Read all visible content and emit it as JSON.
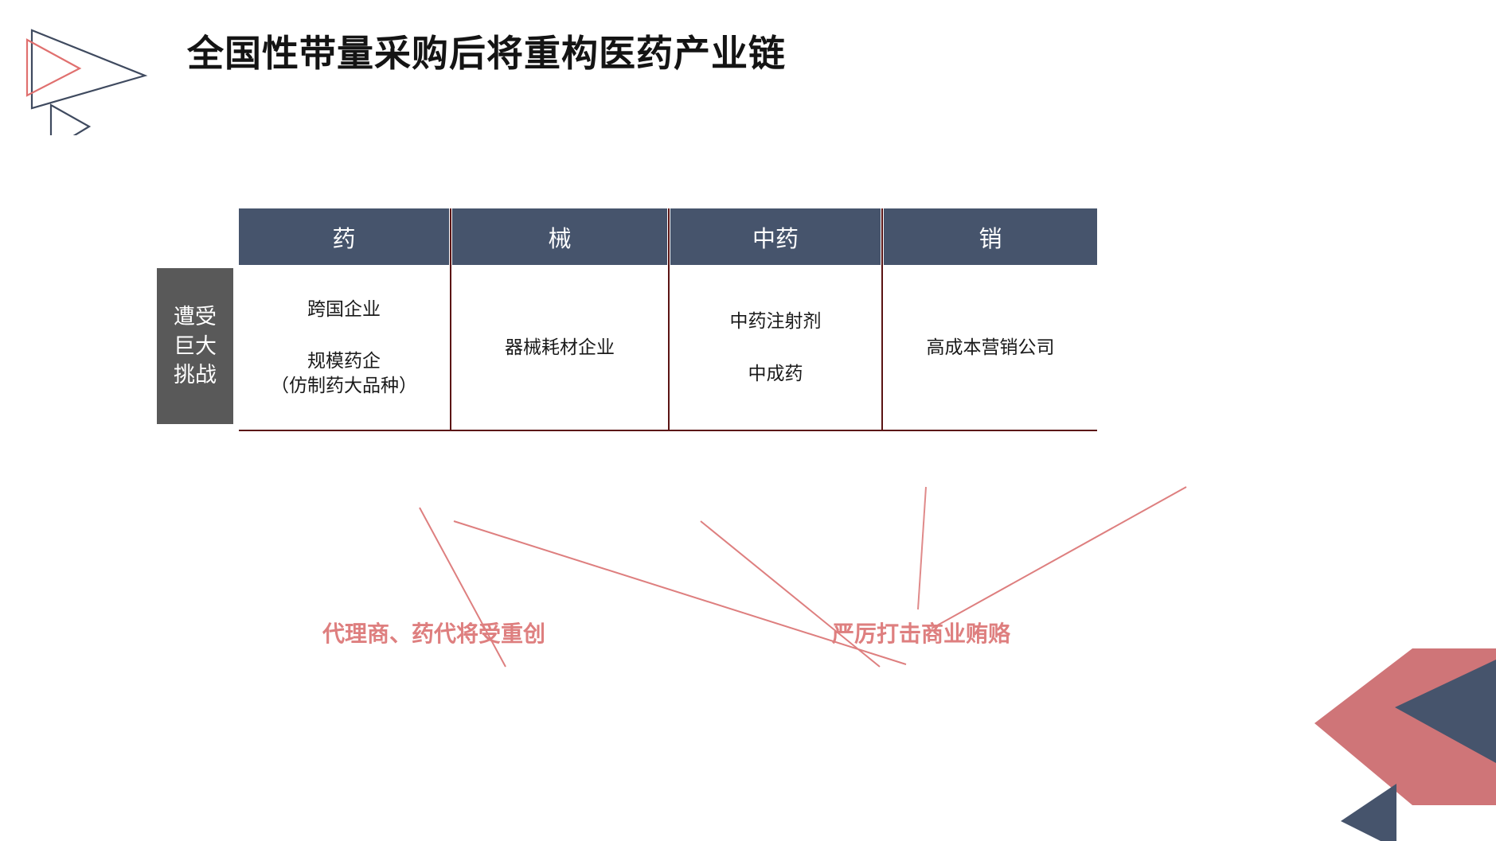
{
  "slide": {
    "title": "全国性带量采购后将重构医药产业链",
    "background_color": "#ffffff"
  },
  "logo": {
    "name": "triangle-logo",
    "accent_red": "#E0706F",
    "accent_navy": "#3F4A5F"
  },
  "diagram": {
    "side_label": {
      "lines": [
        "遭受",
        "巨大",
        "挑战"
      ],
      "background_color": "#595959",
      "text_color": "#ffffff"
    },
    "header_color": "#46546C",
    "border_color": "#5B1414",
    "columns": [
      {
        "header": "药",
        "body_lines": [
          "跨国企业",
          "",
          "规模药企",
          "（仿制药大品种）"
        ]
      },
      {
        "header": "械",
        "body_lines": [
          "器械耗材企业"
        ]
      },
      {
        "header": "中药",
        "body_lines": [
          "中药注射剂",
          "",
          "中成药"
        ]
      },
      {
        "header": "销",
        "body_lines": [
          "高成本营销公司"
        ]
      }
    ],
    "annotations": [
      {
        "text": "代理商、药代将受重创",
        "color": "#DE7F7F"
      },
      {
        "text": "严厉打击商业贿赂",
        "color": "#DE7F7F"
      }
    ]
  },
  "decoration": {
    "red": "#CF7578",
    "navy": "#46546C"
  }
}
